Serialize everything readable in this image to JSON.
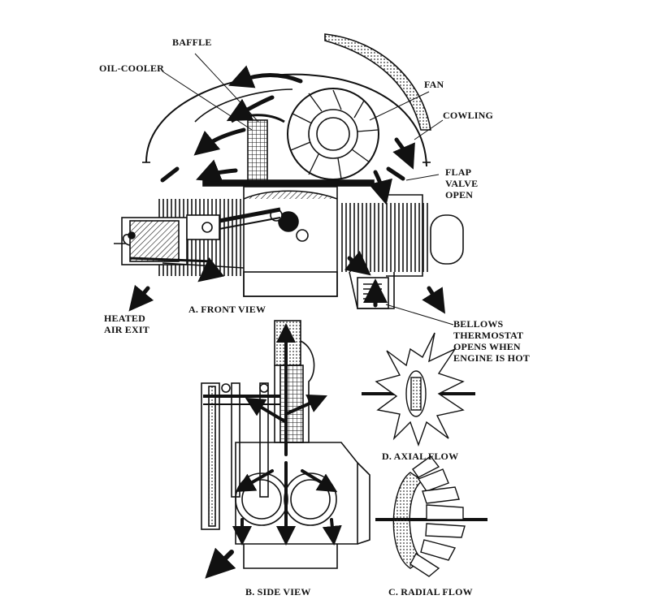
{
  "labels": {
    "baffle": "BAFFLE",
    "oil_cooler": "OIL-COOLER",
    "fan": "FAN",
    "cowling": "COWLING",
    "flap_valve": [
      "FLAP",
      "VALVE",
      "OPEN"
    ],
    "heated_air_exit": [
      "HEATED",
      "AIR EXIT"
    ],
    "bellows_thermostat": [
      "BELLOWS",
      "THERMOSTAT",
      "OPENS WHEN",
      "ENGINE IS HOT"
    ]
  },
  "captions": {
    "front_view": "A. FRONT VIEW",
    "side_view": "B. SIDE VIEW",
    "radial_flow": "C. RADIAL FLOW",
    "axial_flow": "D. AXIAL FLOW"
  },
  "colors": {
    "ink": "#111111",
    "background": "#ffffff"
  }
}
